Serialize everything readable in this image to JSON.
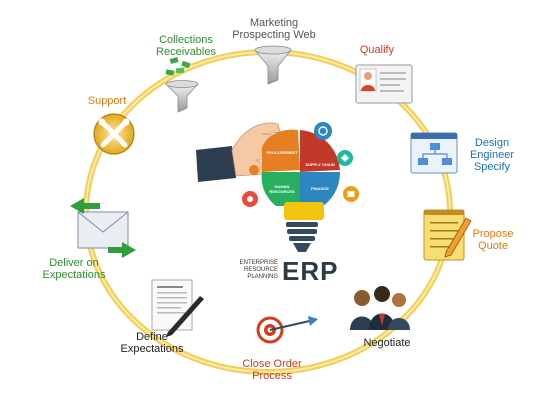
{
  "title": "",
  "center": {
    "acronym": "ERP",
    "subtitle": "ENTERPRISE\nRESOURCE\nPLANNING",
    "puzzle_labels": [
      "PROCUREMENT",
      "SUPPLY CHAIN",
      "HUMAN RESOURCES",
      "FINANCE"
    ]
  },
  "cycle": [
    {
      "label": "Marketing\nProspecting Web",
      "icon": "funnel-icon",
      "color": "#555555"
    },
    {
      "label": "Qualify",
      "icon": "contact-card-icon",
      "color": "#d23c1f"
    },
    {
      "label": "Design\nEngineer\nSpecify",
      "icon": "flowchart-window-icon",
      "color": "#1d6fb8"
    },
    {
      "label": "Propose\nQuote",
      "icon": "notepad-pencil-icon",
      "color": "#e07a10"
    },
    {
      "label": "Negotiate",
      "icon": "people-group-icon",
      "color": "#222222"
    },
    {
      "label": "Close Order\nProcess",
      "icon": "target-dart-icon",
      "color": "#d23c1f"
    },
    {
      "label": "Define\nExpectations",
      "icon": "document-pen-icon",
      "color": "#222222"
    },
    {
      "label": "Deliver on\nExpectations",
      "icon": "mail-arrows-icon",
      "color": "#2f8f2a"
    },
    {
      "label": "Support",
      "icon": "tools-icon",
      "color": "#e07a10"
    },
    {
      "label": "Collections\nReceivables",
      "icon": "money-funnel-icon",
      "color": "#2f8f2a"
    }
  ],
  "colors": {
    "ring": "#f1cf5a",
    "ring_inner": "#f8e394",
    "bulb_base": "#34495e",
    "hand_cuff": "#2c3e50",
    "hand_skin": "#f5c9a3"
  }
}
